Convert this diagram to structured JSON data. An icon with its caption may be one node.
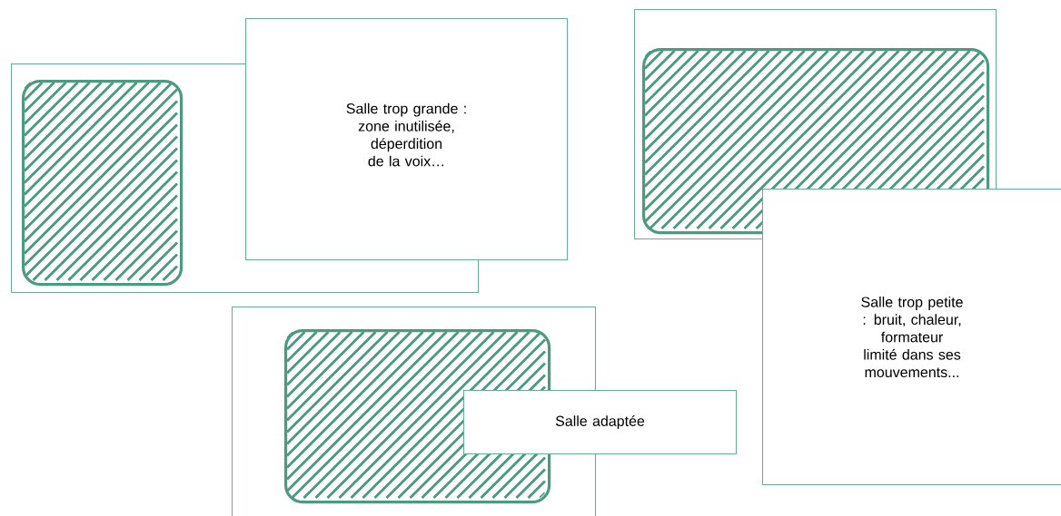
{
  "diagram": {
    "nodes": [
      {
        "text": [],
        "shape": "box"
      },
      {
        "text": [],
        "shape": "box",
        "in": 0
      },
      {
        "text": [
          "Salle trop grande : zone inutilisée, déperdition de la voix…"
        ]
      },
      {
        "text": [],
        "shape": "box"
      },
      {
        "text": [],
        "shape": "box",
        "in": 3
      },
      {
        "text": [
          "Salle trop petite : bruit, chaleur, formateur limité dans ses mouvements..."
        ]
      },
      {
        "text": [],
        "shape": "box"
      },
      {
        "text": [],
        "shape": "box",
        "in": 6
      },
      {
        "text": [
          "Salle adaptée"
        ]
      }
    ]
  }
}
